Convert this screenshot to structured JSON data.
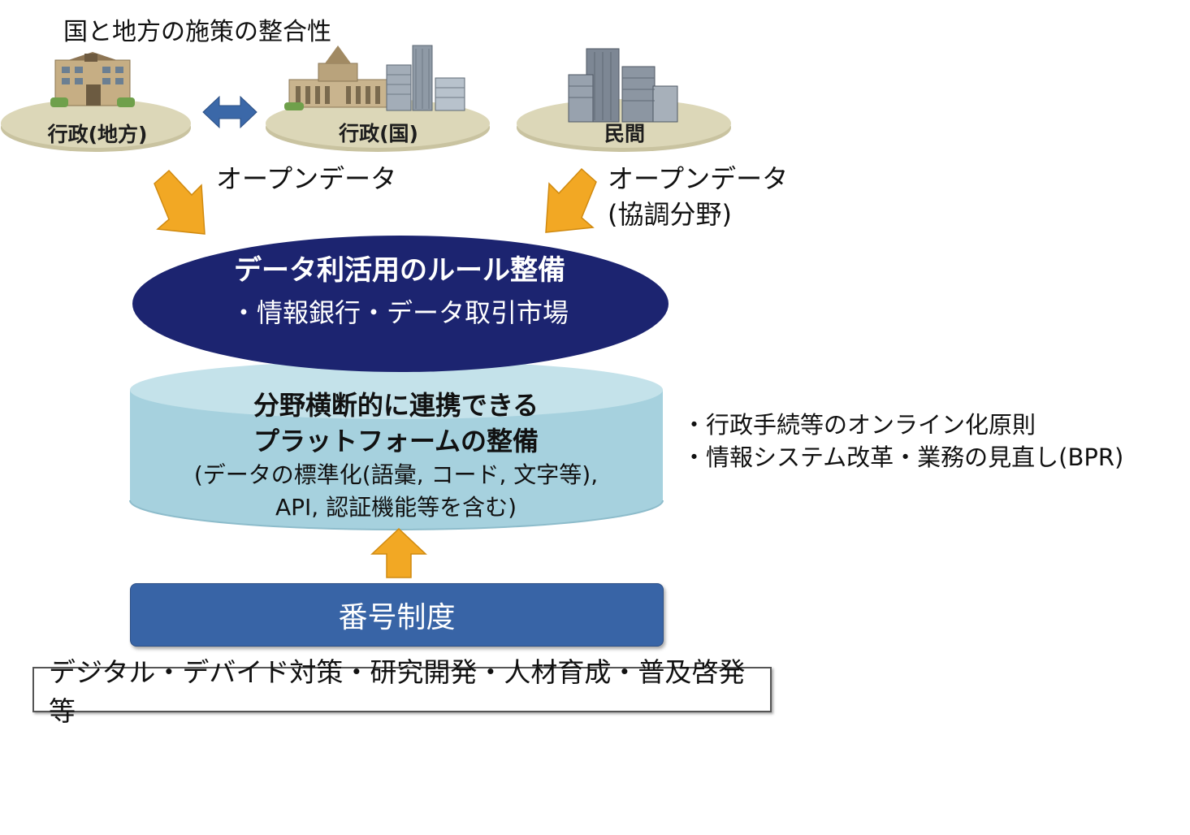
{
  "header": {
    "title": "国と地方の施策の整合性"
  },
  "actors": {
    "local_gov": "行政(地方)",
    "national_gov": "行政(国)",
    "private": "民間"
  },
  "open_data": {
    "left": "オープンデータ",
    "right_line1": "オープンデータ",
    "right_line2": "(協調分野)"
  },
  "rules": {
    "title": "データ利活用のルール整備",
    "subtitle": "・情報銀行・データ取引市場"
  },
  "platform": {
    "line1": "分野横断的に連携できる",
    "line2": "プラットフォームの整備",
    "line3": "(データの標準化(語彙, コード, 文字等),",
    "line4": "API, 認証機能等を含む)"
  },
  "side_notes": [
    "・行政手続等のオンライン化原則",
    "・情報システム改革・業務の見直し(BPR)"
  ],
  "number_system": {
    "label": "番号制度"
  },
  "footer": {
    "label": "デジタル・デバイド対策・研究開発・人材育成・普及啓発等"
  },
  "colors": {
    "disc": "#d9d4b4",
    "arrow_orange": "#f2a824",
    "arrow_blue": "#3b68a8",
    "rules_ellipse": "#1c2470",
    "platform_cylinder": "#a6d1de",
    "number_bar": "#3864a6"
  },
  "icons": {
    "local_gov": "municipal-building-icon",
    "national_gov": "diet-building-icon",
    "private": "office-towers-icon",
    "exchange": "double-arrow-icon"
  }
}
